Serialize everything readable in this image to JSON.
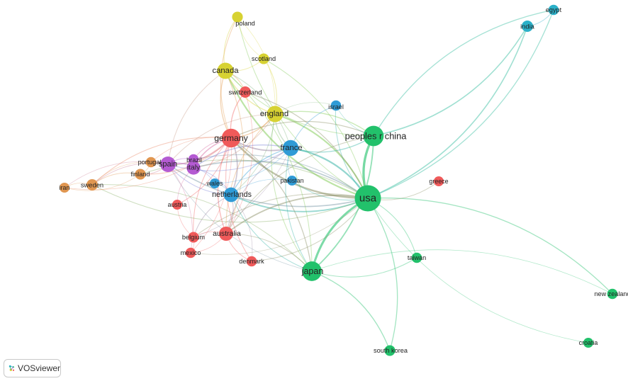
{
  "app": {
    "name": "VOSviewer"
  },
  "clusters": {
    "red": "#f05a5a",
    "green": "#22c16b",
    "blue": "#2f9bd6",
    "yellow": "#d7d232",
    "purple": "#b45ad2",
    "orange": "#e09650",
    "cyan": "#2bb0c8"
  },
  "nodes": [
    {
      "id": "usa",
      "label": "usa",
      "cluster": "green",
      "weight": 100
    },
    {
      "id": "peoples r china",
      "label": "peoples r china",
      "cluster": "green",
      "weight": 55
    },
    {
      "id": "japan",
      "label": "japan",
      "cluster": "green",
      "weight": 50
    },
    {
      "id": "germany",
      "label": "germany",
      "cluster": "red",
      "weight": 45
    },
    {
      "id": "france",
      "label": "france",
      "cluster": "blue",
      "weight": 30
    },
    {
      "id": "canada",
      "label": "canada",
      "cluster": "yellow",
      "weight": 32
    },
    {
      "id": "england",
      "label": "england",
      "cluster": "yellow",
      "weight": 32
    },
    {
      "id": "spain",
      "label": "spain",
      "cluster": "purple",
      "weight": 28
    },
    {
      "id": "italy",
      "label": "italy",
      "cluster": "purple",
      "weight": 20
    },
    {
      "id": "netherlands",
      "label": "netherlands",
      "cluster": "blue",
      "weight": 24
    },
    {
      "id": "australia",
      "label": "australia",
      "cluster": "red",
      "weight": 22
    },
    {
      "id": "poland",
      "label": "poland",
      "cluster": "yellow",
      "weight": 10
    },
    {
      "id": "scotland",
      "label": "scotland",
      "cluster": "yellow",
      "weight": 10
    },
    {
      "id": "switzerland",
      "label": "switzerland",
      "cluster": "red",
      "weight": 12
    },
    {
      "id": "israel",
      "label": "israel",
      "cluster": "blue",
      "weight": 9
    },
    {
      "id": "brazil",
      "label": "brazil",
      "cluster": "purple",
      "weight": 9
    },
    {
      "id": "portugal",
      "label": "portugal",
      "cluster": "orange",
      "weight": 9
    },
    {
      "id": "finland",
      "label": "finland",
      "cluster": "orange",
      "weight": 10
    },
    {
      "id": "sweden",
      "label": "sweden",
      "cluster": "orange",
      "weight": 12
    },
    {
      "id": "iran",
      "label": "iran",
      "cluster": "orange",
      "weight": 8
    },
    {
      "id": "wales",
      "label": "wales",
      "cluster": "blue",
      "weight": 8
    },
    {
      "id": "pakistan",
      "label": "pakistan",
      "cluster": "blue",
      "weight": 8
    },
    {
      "id": "austria",
      "label": "austria",
      "cluster": "red",
      "weight": 8
    },
    {
      "id": "belgium",
      "label": "belgium",
      "cluster": "red",
      "weight": 10
    },
    {
      "id": "mexico",
      "label": "mexico",
      "cluster": "red",
      "weight": 9
    },
    {
      "id": "denmark",
      "label": "denmark",
      "cluster": "red",
      "weight": 9
    },
    {
      "id": "greece",
      "label": "greece",
      "cluster": "red",
      "weight": 8
    },
    {
      "id": "taiwan",
      "label": "taiwan",
      "cluster": "green",
      "weight": 9
    },
    {
      "id": "new zealand",
      "label": "new zealand",
      "cluster": "green",
      "weight": 9
    },
    {
      "id": "croatia",
      "label": "croatia",
      "cluster": "green",
      "weight": 8
    },
    {
      "id": "south korea",
      "label": "south korea",
      "cluster": "green",
      "weight": 10
    },
    {
      "id": "egypt",
      "label": "egypt",
      "cluster": "cyan",
      "weight": 9
    },
    {
      "id": "india",
      "label": "india",
      "cluster": "cyan",
      "weight": 12
    }
  ],
  "links": [
    [
      "usa",
      "peoples r china",
      10
    ],
    [
      "usa",
      "japan",
      9
    ],
    [
      "usa",
      "germany",
      7
    ],
    [
      "usa",
      "france",
      6
    ],
    [
      "usa",
      "canada",
      6
    ],
    [
      "usa",
      "england",
      6
    ],
    [
      "usa",
      "netherlands",
      5
    ],
    [
      "usa",
      "australia",
      5
    ],
    [
      "usa",
      "spain",
      4
    ],
    [
      "usa",
      "italy",
      4
    ],
    [
      "usa",
      "india",
      4
    ],
    [
      "usa",
      "egypt",
      3
    ],
    [
      "usa",
      "new zealand",
      3
    ],
    [
      "usa",
      "south korea",
      3
    ],
    [
      "usa",
      "taiwan",
      2
    ],
    [
      "usa",
      "greece",
      2
    ],
    [
      "usa",
      "israel",
      2
    ],
    [
      "usa",
      "switzerland",
      3
    ],
    [
      "usa",
      "poland",
      2
    ],
    [
      "usa",
      "scotland",
      2
    ],
    [
      "usa",
      "pakistan",
      2
    ],
    [
      "usa",
      "croatia",
      1
    ],
    [
      "usa",
      "sweden",
      2
    ],
    [
      "usa",
      "finland",
      2
    ],
    [
      "usa",
      "denmark",
      2
    ],
    [
      "usa",
      "belgium",
      2
    ],
    [
      "usa",
      "mexico",
      1
    ],
    [
      "usa",
      "brazil",
      2
    ],
    [
      "peoples r china",
      "japan",
      5
    ],
    [
      "peoples r china",
      "india",
      4
    ],
    [
      "peoples r china",
      "egypt",
      3
    ],
    [
      "peoples r china",
      "germany",
      3
    ],
    [
      "peoples r china",
      "france",
      3
    ],
    [
      "peoples r china",
      "england",
      3
    ],
    [
      "peoples r china",
      "canada",
      2
    ],
    [
      "peoples r china",
      "australia",
      2
    ],
    [
      "peoples r china",
      "israel",
      1
    ],
    [
      "japan",
      "germany",
      3
    ],
    [
      "japan",
      "france",
      2
    ],
    [
      "japan",
      "australia",
      2
    ],
    [
      "japan",
      "south korea",
      3
    ],
    [
      "japan",
      "taiwan",
      2
    ],
    [
      "japan",
      "netherlands",
      2
    ],
    [
      "japan",
      "canada",
      2
    ],
    [
      "japan",
      "england",
      2
    ],
    [
      "japan",
      "sweden",
      2
    ],
    [
      "japan",
      "spain",
      1
    ],
    [
      "germany",
      "france",
      5
    ],
    [
      "germany",
      "canada",
      3
    ],
    [
      "germany",
      "england",
      3
    ],
    [
      "germany",
      "spain",
      3
    ],
    [
      "germany",
      "italy",
      4
    ],
    [
      "germany",
      "netherlands",
      4
    ],
    [
      "germany",
      "australia",
      3
    ],
    [
      "germany",
      "switzerland",
      3
    ],
    [
      "germany",
      "sweden",
      2
    ],
    [
      "germany",
      "finland",
      2
    ],
    [
      "germany",
      "portugal",
      1
    ],
    [
      "germany",
      "austria",
      2
    ],
    [
      "germany",
      "belgium",
      2
    ],
    [
      "germany",
      "poland",
      2
    ],
    [
      "germany",
      "denmark",
      2
    ],
    [
      "germany",
      "mexico",
      1
    ],
    [
      "germany",
      "brazil",
      2
    ],
    [
      "germany",
      "iran",
      1
    ],
    [
      "france",
      "netherlands",
      3
    ],
    [
      "france",
      "england",
      3
    ],
    [
      "france",
      "canada",
      2
    ],
    [
      "france",
      "spain",
      2
    ],
    [
      "france",
      "italy",
      3
    ],
    [
      "france",
      "israel",
      2
    ],
    [
      "france",
      "pakistan",
      1
    ],
    [
      "france",
      "wales",
      1
    ],
    [
      "france",
      "australia",
      2
    ],
    [
      "france",
      "belgium",
      1
    ],
    [
      "canada",
      "england",
      3
    ],
    [
      "canada",
      "poland",
      2
    ],
    [
      "canada",
      "scotland",
      2
    ],
    [
      "canada",
      "switzerland",
      2
    ],
    [
      "canada",
      "spain",
      2
    ],
    [
      "canada",
      "australia",
      2
    ],
    [
      "england",
      "scotland",
      2
    ],
    [
      "england",
      "netherlands",
      2
    ],
    [
      "england",
      "spain",
      2
    ],
    [
      "england",
      "italy",
      2
    ],
    [
      "england",
      "australia",
      2
    ],
    [
      "england",
      "israel",
      1
    ],
    [
      "england",
      "poland",
      1
    ],
    [
      "spain",
      "italy",
      3
    ],
    [
      "spain",
      "portugal",
      2
    ],
    [
      "spain",
      "finland",
      2
    ],
    [
      "spain",
      "sweden",
      2
    ],
    [
      "spain",
      "brazil",
      2
    ],
    [
      "spain",
      "netherlands",
      2
    ],
    [
      "spain",
      "mexico",
      1
    ],
    [
      "spain",
      "iran",
      1
    ],
    [
      "italy",
      "netherlands",
      2
    ],
    [
      "italy",
      "brazil",
      2
    ],
    [
      "italy",
      "wales",
      1
    ],
    [
      "italy",
      "austria",
      1
    ],
    [
      "netherlands",
      "australia",
      2
    ],
    [
      "netherlands",
      "belgium",
      2
    ],
    [
      "netherlands",
      "denmark",
      1
    ],
    [
      "netherlands",
      "wales",
      1
    ],
    [
      "netherlands",
      "pakistan",
      1
    ],
    [
      "australia",
      "denmark",
      2
    ],
    [
      "australia",
      "mexico",
      1
    ],
    [
      "australia",
      "belgium",
      1
    ],
    [
      "sweden",
      "finland",
      2
    ],
    [
      "sweden",
      "iran",
      1
    ],
    [
      "sweden",
      "portugal",
      1
    ],
    [
      "finland",
      "portugal",
      1
    ],
    [
      "finland",
      "iran",
      1
    ],
    [
      "india",
      "egypt",
      2
    ],
    [
      "japan",
      "new zealand",
      1
    ],
    [
      "poland",
      "scotland",
      1
    ],
    [
      "switzerland",
      "australia",
      1
    ],
    [
      "austria",
      "belgium",
      1
    ],
    [
      "belgium",
      "mexico",
      1
    ]
  ]
}
